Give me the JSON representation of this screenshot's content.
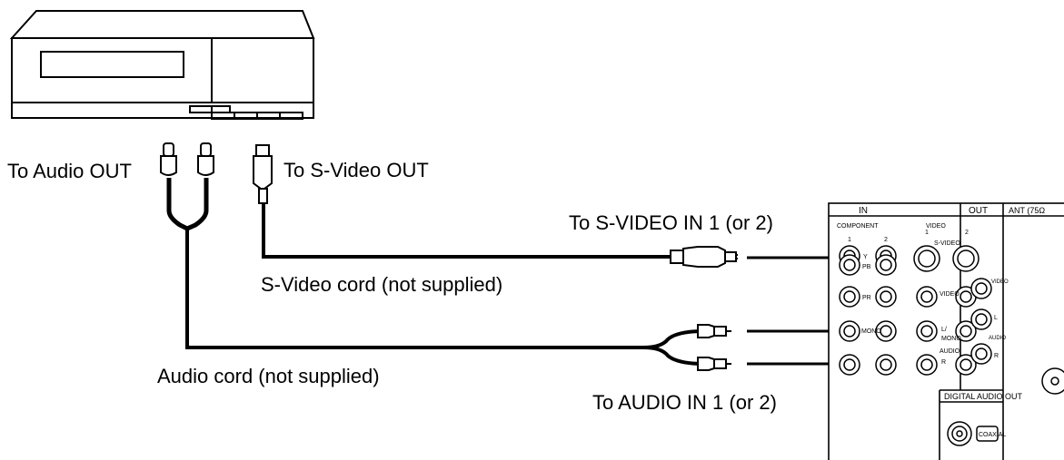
{
  "labels": {
    "audio_out": "To Audio OUT",
    "svideo_out": "To S-Video OUT",
    "svideo_in": "To S-VIDEO IN 1 (or 2)",
    "svideo_cord": "S-Video cord (not supplied)",
    "audio_cord": "Audio cord (not supplied)",
    "audio_in": "To AUDIO IN 1 (or 2)"
  },
  "panel": {
    "in": "IN",
    "out": "OUT",
    "ant": "ANT (75Ω",
    "component": "COMPONENT",
    "video": "VIDEO",
    "num1": "1",
    "num2": "2",
    "svideo": "S-VIDEO",
    "y": "Y",
    "pb": "PB",
    "pr": "PR",
    "video_small": "VIDEO",
    "l_mono": "L/",
    "mono": "MONO",
    "mono_left": "MONO",
    "audio": "AUDIO",
    "r": "R",
    "l": "L",
    "digital_audio_out": "DIGITAL AUDIO OUT",
    "coaxial": "COAXIAL"
  }
}
